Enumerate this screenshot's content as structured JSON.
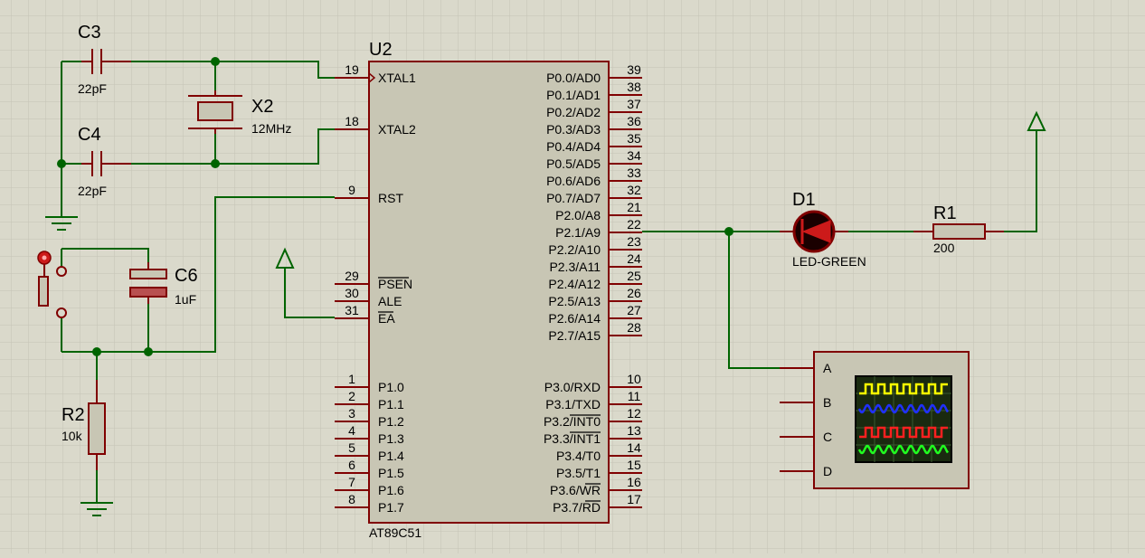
{
  "chip": {
    "ref": "U2",
    "part": "AT89C51",
    "left_pins": [
      {
        "num": "19",
        "name": "XTAL1"
      },
      {
        "num": "18",
        "name": "XTAL2"
      },
      {
        "num": "9",
        "name": "RST"
      },
      {
        "num": "29",
        "name": "PSEN"
      },
      {
        "num": "30",
        "name": "ALE"
      },
      {
        "num": "31",
        "name": "EA"
      },
      {
        "num": "1",
        "name": "P1.0"
      },
      {
        "num": "2",
        "name": "P1.1"
      },
      {
        "num": "3",
        "name": "P1.2"
      },
      {
        "num": "4",
        "name": "P1.3"
      },
      {
        "num": "5",
        "name": "P1.4"
      },
      {
        "num": "6",
        "name": "P1.5"
      },
      {
        "num": "7",
        "name": "P1.6"
      },
      {
        "num": "8",
        "name": "P1.7"
      }
    ],
    "right_pins": [
      {
        "num": "39",
        "name": "P0.0/AD0"
      },
      {
        "num": "38",
        "name": "P0.1/AD1"
      },
      {
        "num": "37",
        "name": "P0.2/AD2"
      },
      {
        "num": "36",
        "name": "P0.3/AD3"
      },
      {
        "num": "35",
        "name": "P0.4/AD4"
      },
      {
        "num": "34",
        "name": "P0.5/AD5"
      },
      {
        "num": "33",
        "name": "P0.6/AD6"
      },
      {
        "num": "32",
        "name": "P0.7/AD7"
      },
      {
        "num": "21",
        "name": "P2.0/A8"
      },
      {
        "num": "22",
        "name": "P2.1/A9"
      },
      {
        "num": "23",
        "name": "P2.2/A10"
      },
      {
        "num": "24",
        "name": "P2.3/A11"
      },
      {
        "num": "25",
        "name": "P2.4/A12"
      },
      {
        "num": "26",
        "name": "P2.5/A13"
      },
      {
        "num": "27",
        "name": "P2.6/A14"
      },
      {
        "num": "28",
        "name": "P2.7/A15"
      },
      {
        "num": "10",
        "name": "P3.0/RXD"
      },
      {
        "num": "11",
        "name": "P3.1/TXD"
      },
      {
        "num": "12",
        "name": "P3.2/INT0"
      },
      {
        "num": "13",
        "name": "P3.3/INT1"
      },
      {
        "num": "14",
        "name": "P3.4/T0"
      },
      {
        "num": "15",
        "name": "P3.5/T1"
      },
      {
        "num": "16",
        "name": "P3.6/WR"
      },
      {
        "num": "17",
        "name": "P3.7/RD"
      }
    ]
  },
  "components": {
    "c3": {
      "ref": "C3",
      "value": "22pF"
    },
    "c4": {
      "ref": "C4",
      "value": "22pF"
    },
    "x2": {
      "ref": "X2",
      "value": "12MHz"
    },
    "c6": {
      "ref": "C6",
      "value": "1uF"
    },
    "r2": {
      "ref": "R2",
      "value": "10k"
    },
    "d1": {
      "ref": "D1",
      "value": "LED-GREEN"
    },
    "r1": {
      "ref": "R1",
      "value": "200"
    }
  },
  "oscilloscope": {
    "channels": [
      "A",
      "B",
      "C",
      "D"
    ],
    "trace_colors": [
      "#ffff00",
      "#2030ff",
      "#ff2020",
      "#20ff20"
    ]
  },
  "colors": {
    "background": "#dad9cb",
    "wire": "#006400",
    "component": "#800000",
    "chip_fill": "#c8c6b4"
  }
}
